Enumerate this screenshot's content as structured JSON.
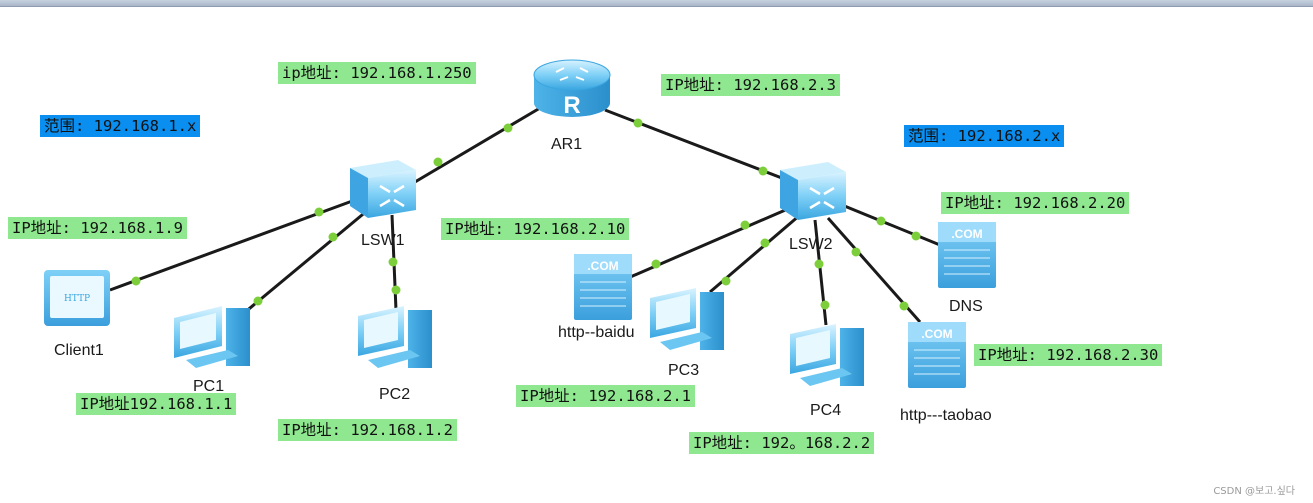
{
  "devices": {
    "ar1": "AR1",
    "lsw1": "LSW1",
    "lsw2": "LSW2",
    "client1": "Client1",
    "pc1": "PC1",
    "pc2": "PC2",
    "pc3": "PC3",
    "pc4": "PC4",
    "http_baidu": "http--baidu",
    "http_taobao": "http---taobao",
    "dns": "DNS"
  },
  "labels": {
    "ar1_left": "ip地址: 192.168.1.250",
    "ar1_right": "IP地址: 192.168.2.3",
    "range_left": "范围: 192.168.1.x",
    "range_right": "范围: 192.168.2.x",
    "client1": "IP地址: 192.168.1.9",
    "pc1": "IP地址192.168.1.1",
    "pc2": "IP地址: 192.168.1.2",
    "http_baidu": "IP地址: 192.168.2.10",
    "pc3": "IP地址: 192.168.2.1",
    "pc4": "IP地址: 192。168.2.2",
    "dns": "IP地址: 192.168.2.20",
    "http_taobao": "IP地址: 192.168.2.30"
  },
  "icon_text": {
    "router": "R",
    "http": "HTTP",
    "com": ".COM"
  },
  "watermark": "CSDN @보고.싶다",
  "colors": {
    "link": "#1a1a1a",
    "port_dot": "#7ccf3a",
    "label_bg": "#8fe88f",
    "range_bg": "#0a8ef0",
    "device": "#6cc6f2"
  }
}
